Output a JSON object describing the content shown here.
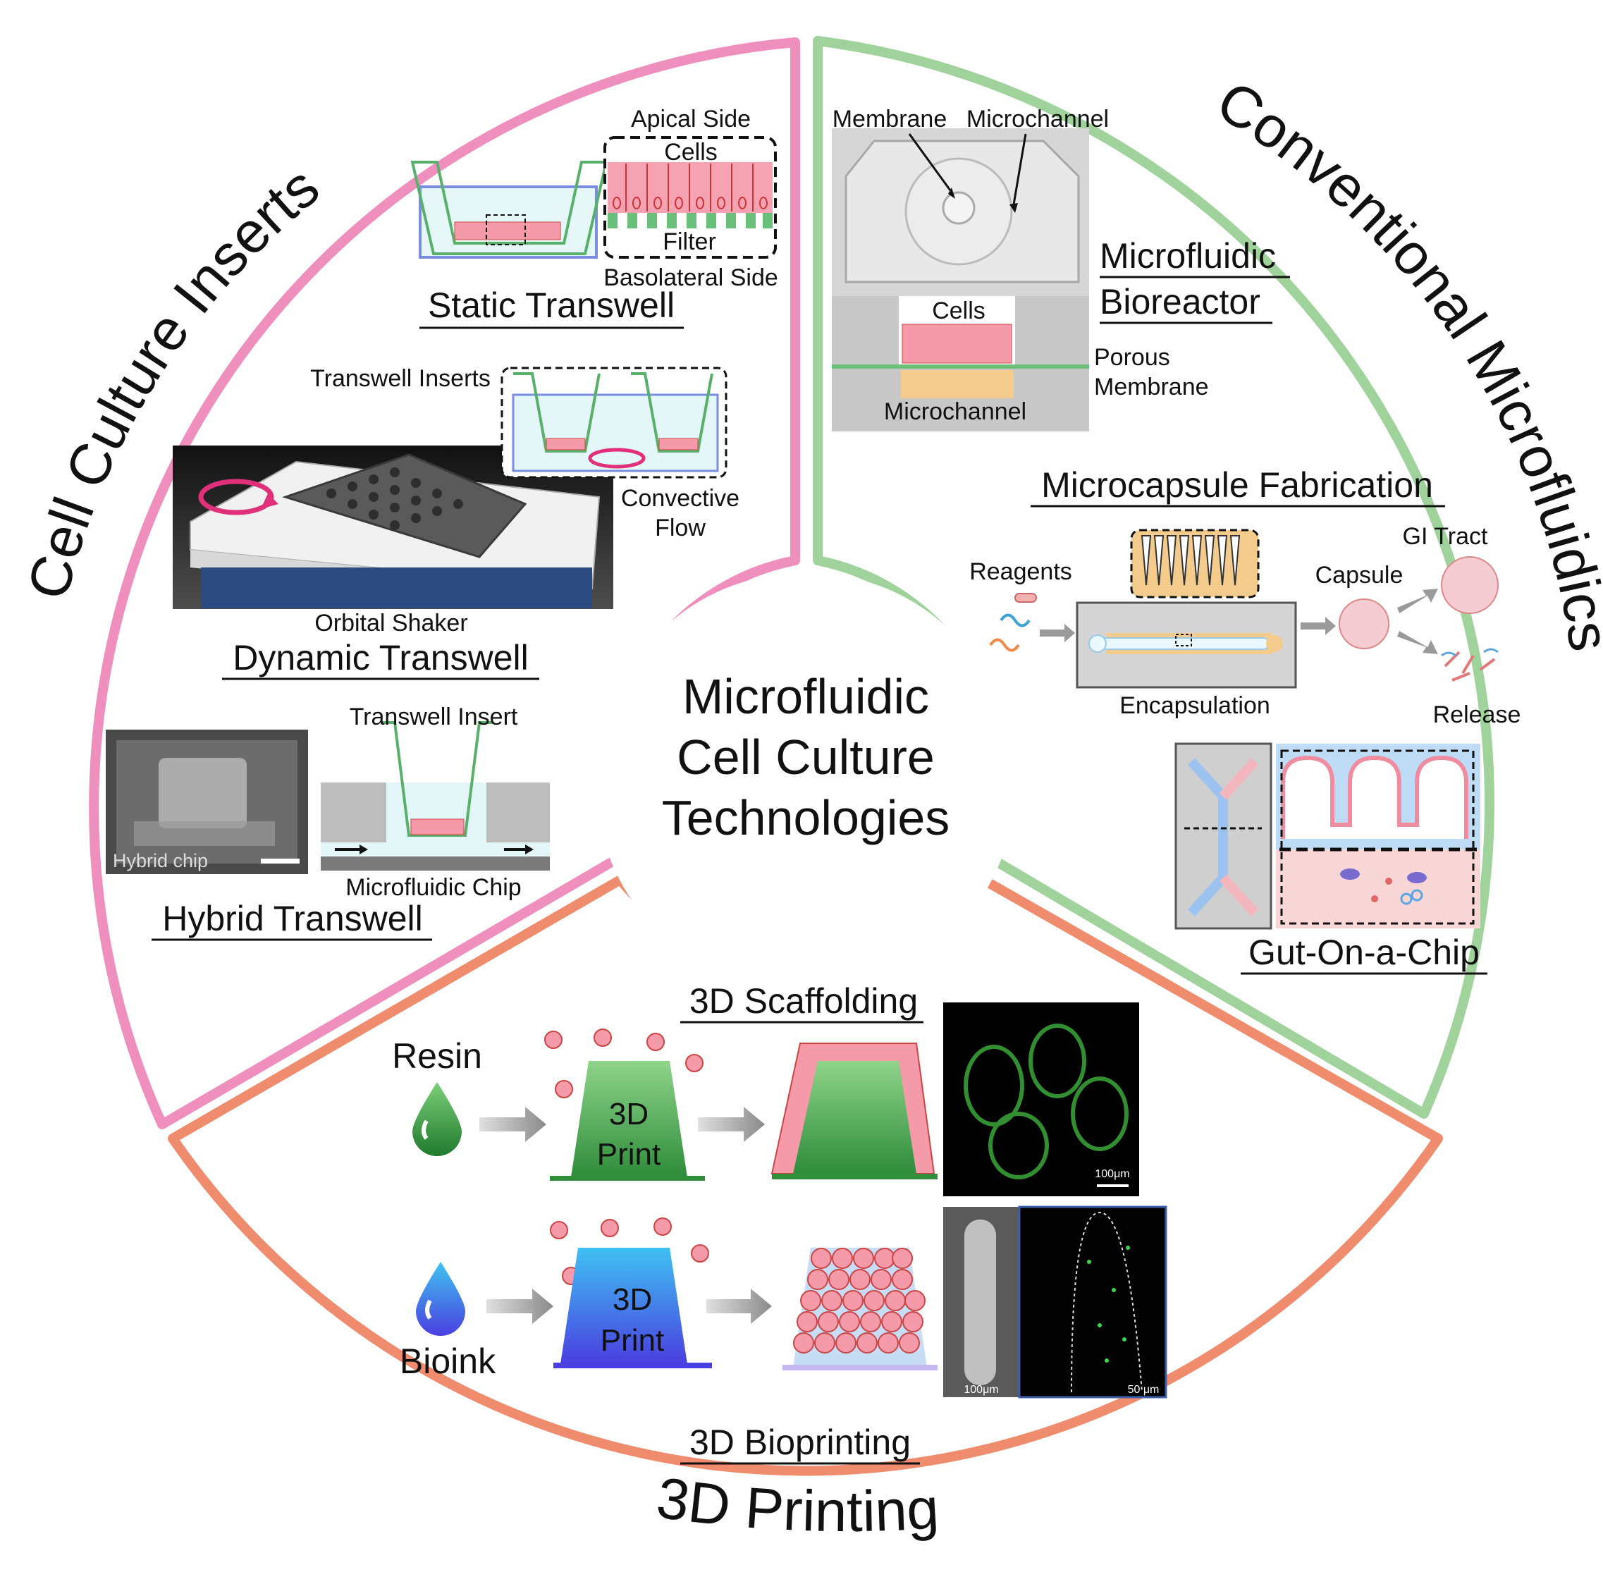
{
  "center": {
    "line1": "Microfluidic",
    "line2": "Cell Culture",
    "line3": "Technologies"
  },
  "sections": {
    "cell_culture_inserts": "Cell Culture Inserts",
    "conventional_microfluidics": "Conventional Microfluidics",
    "printing_3d": "3D Printing"
  },
  "static_transwell": {
    "title": "Static Transwell",
    "apical": "Apical Side",
    "cells": "Cells",
    "filter": "Filter",
    "basolateral": "Basolateral Side"
  },
  "dynamic_transwell": {
    "title": "Dynamic Transwell",
    "inserts": "Transwell Inserts",
    "flow_line1": "Convective",
    "flow_line2": "Flow",
    "shaker": "Orbital Shaker"
  },
  "hybrid_transwell": {
    "title": "Hybrid Transwell",
    "insert": "Transwell Insert",
    "chip": "Microfluidic Chip",
    "photo_label": "Hybrid chip"
  },
  "bioreactor": {
    "title_line1": "Microfluidic",
    "title_line2": "Bioreactor",
    "membrane": "Membrane",
    "microchannel_top": "Microchannel",
    "cells": "Cells",
    "porous_line1": "Porous",
    "porous_line2": "Membrane",
    "microchannel_bottom": "Microchannel"
  },
  "microcapsule": {
    "title": "Microcapsule Fabrication",
    "reagents": "Reagents",
    "encapsulation": "Encapsulation",
    "capsule": "Capsule",
    "gi_tract": "GI Tract",
    "release": "Release"
  },
  "gut_chip": {
    "title": "Gut-On-a-Chip"
  },
  "scaffolding": {
    "title": "3D Scaffolding",
    "resin": "Resin",
    "print_line1": "3D",
    "print_line2": "Print",
    "scale": "100μm"
  },
  "bioprinting": {
    "title": "3D Bioprinting",
    "bioink": "Bioink",
    "print_line1": "3D",
    "print_line2": "Print",
    "scale1": "100μm",
    "scale2": "50 μm"
  },
  "colors": {
    "pink": "#ef8fbd",
    "green": "#9fd39b",
    "orange": "#ef8c6e",
    "cell": "#f08ca0",
    "dark_green": "#2f8f3a",
    "blue": "#4a5fe0"
  }
}
